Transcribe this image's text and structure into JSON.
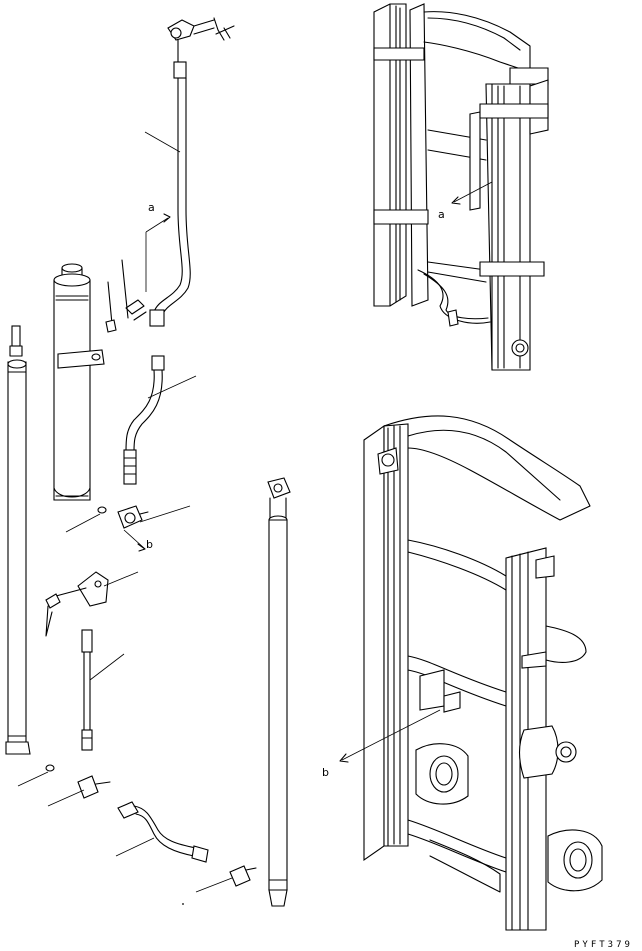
{
  "labels": {
    "a_top": "a",
    "a_mast": "a",
    "b_left": "b",
    "b_mast": "b"
  },
  "drawing_code": "PYFT379"
}
